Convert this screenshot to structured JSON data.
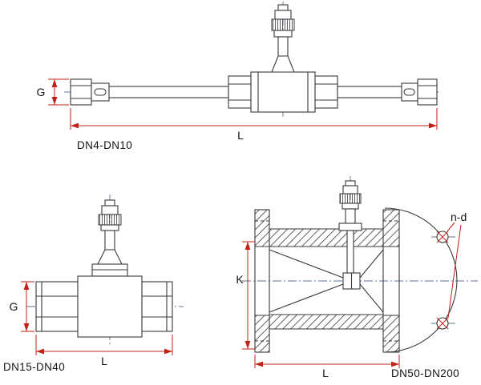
{
  "colors": {
    "background": "#ffffff",
    "drawing_line": "#3a3a3a",
    "dimension_line": "#c32017",
    "centerline": "#5d7290",
    "text": "#141414"
  },
  "views": [
    {
      "caption": "DN4-DN10",
      "dims": {
        "g": "G",
        "l": "L"
      }
    },
    {
      "caption": "DN15-DN40",
      "dims": {
        "g": "G",
        "l": "L"
      }
    },
    {
      "caption": "DN50-DN200",
      "dims": {
        "k": "K",
        "l": "L",
        "nd": "n-d"
      }
    }
  ]
}
